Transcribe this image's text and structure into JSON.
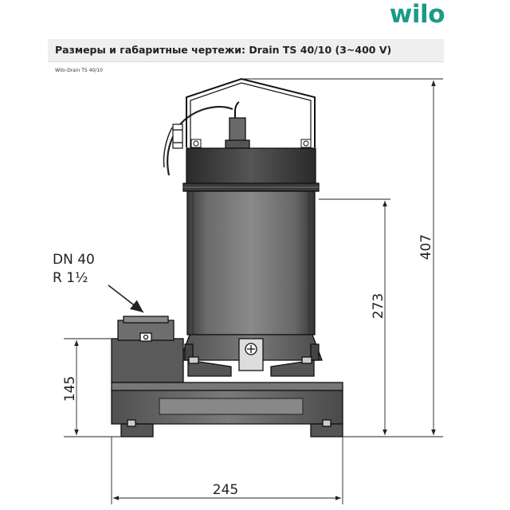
{
  "brand": {
    "logo_text": "wilo",
    "logo_color": "#1a9b88"
  },
  "header": {
    "title": "Размеры и габаритные чертежи: Drain TS 40/10 (3~400 V)",
    "subtitle": "Wilo-Drain TS 40/10"
  },
  "drawing": {
    "outlet_label_line1": "DN 40",
    "outlet_label_line2": "R 1½",
    "dim_total_height": "407",
    "dim_motor_height": "273",
    "dim_base_height": "145",
    "dim_width": "245"
  }
}
